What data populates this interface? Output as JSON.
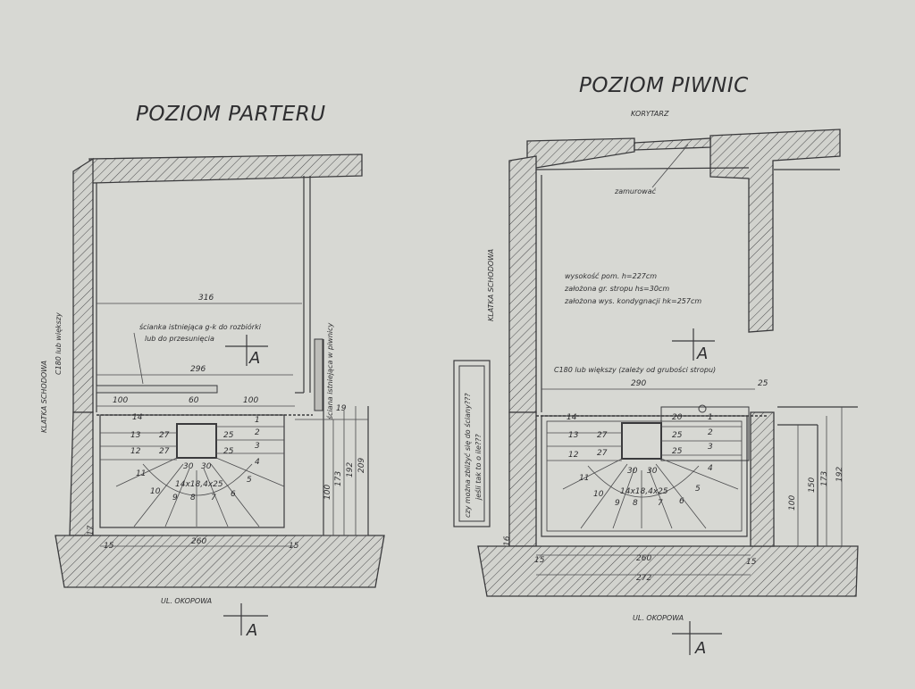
{
  "parter": {
    "title": "POZIOM PARTERU",
    "klatka": "KLATKA SCHODOWA",
    "c180": "C180 lub większy",
    "scianka_1": "ścianka istniejąca g-k do rozbiórki",
    "scianka_2": "lub do przesunięcia",
    "sciana_istniejaca": "ściana istniejąca w piwnicy",
    "dim_316": "316",
    "dim_296": "296",
    "dim_100a": "100",
    "dim_60": "60",
    "dim_100b": "100",
    "dim_260": "260",
    "dim_100v": "100",
    "dim_173": "173",
    "dim_192": "192",
    "dim_209": "209",
    "dim_19": "19",
    "dim_17": "17",
    "dim_15a": "15",
    "dim_15b": "15",
    "tread_depth": "14x18,4x25",
    "step_30a": "30",
    "step_30b": "30",
    "steps": [
      "1",
      "2",
      "3",
      "4",
      "5",
      "6",
      "7",
      "8",
      "9",
      "10",
      "11",
      "12",
      "13",
      "14"
    ],
    "d27a": "27",
    "d27b": "27",
    "d25a": "25",
    "d25b": "25",
    "street": "UL. OKOPOWA",
    "section": "A"
  },
  "piwnic": {
    "title": "POZIOM PIWNIC",
    "korytarz": "KORYTARZ",
    "zamurowac": "zamurować",
    "klatka": "KLATKA SCHODOWA",
    "wys_1": "wysokość pom. h=227cm",
    "wys_2": "założona gr. stropu hs=30cm",
    "wys_3": "założona wys. kondygnacji hk=257cm",
    "c180": "C180 lub większy (zależy od grubości stropu)",
    "question_1": "czy można zbliżyć się do ściany???",
    "question_2": "jeśli tak to o ile???",
    "dim_290": "290",
    "dim_25": "25",
    "dim_260": "260",
    "dim_272": "272",
    "dim_15a": "15",
    "dim_15b": "15",
    "dim_100v": "100",
    "dim_150": "150",
    "dim_173": "173",
    "dim_192": "192",
    "dim_16": "16",
    "tread_depth": "14x18,4x25",
    "step_30a": "30",
    "step_30b": "30",
    "steps": [
      "1",
      "2",
      "3",
      "4",
      "5",
      "6",
      "7",
      "8",
      "9",
      "10",
      "11",
      "12",
      "13",
      "14"
    ],
    "d27a": "27",
    "d27b": "27",
    "d25a": "25",
    "d25b": "25",
    "d20": "20",
    "street": "UL. OKOPOWA",
    "section": "A"
  }
}
